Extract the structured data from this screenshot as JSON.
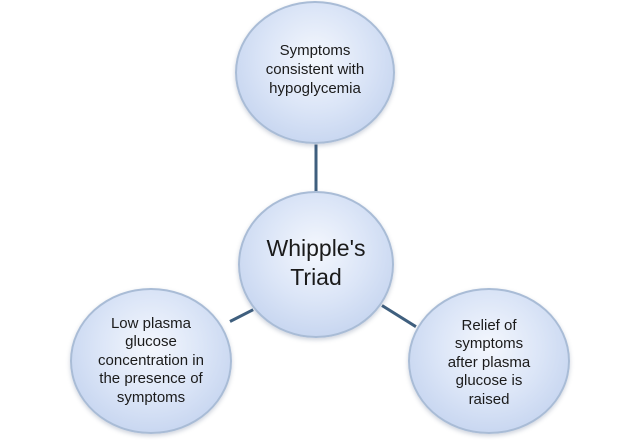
{
  "diagram": {
    "center": {
      "label": "Whipple's\nTriad"
    },
    "nodes": [
      {
        "label": "Symptoms consistent with hypoglycemia"
      },
      {
        "label": "Low plasma glucose concentration in the presence of symptoms"
      },
      {
        "label": "Relief of symptoms after plasma glucose is raised"
      }
    ],
    "colors": {
      "node_fill": "#dbe5f7",
      "node_border": "#a9bcd6",
      "connector": "#3f5f7e",
      "text": "#1b1b1b"
    }
  }
}
